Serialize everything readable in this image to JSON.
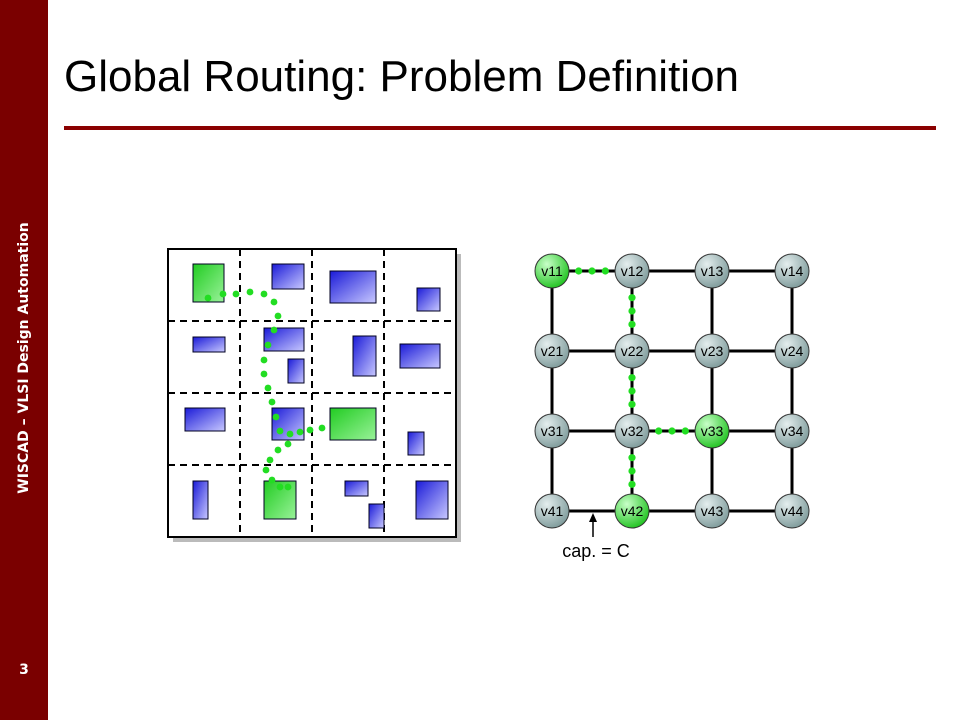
{
  "sidebar": {
    "label": "WISCAD – VLSI Design Automation",
    "page_number": "3"
  },
  "slide": {
    "title": "Global Routing: Problem Definition"
  },
  "graph": {
    "nodes": [
      {
        "id": "v11",
        "label": "v11",
        "color": "#33dd33"
      },
      {
        "id": "v12",
        "label": "v12",
        "color": "#9fb5b5"
      },
      {
        "id": "v13",
        "label": "v13",
        "color": "#9fb5b5"
      },
      {
        "id": "v14",
        "label": "v14",
        "color": "#9fb5b5"
      },
      {
        "id": "v21",
        "label": "v21",
        "color": "#9fb5b5"
      },
      {
        "id": "v22",
        "label": "v22",
        "color": "#9fb5b5"
      },
      {
        "id": "v23",
        "label": "v23",
        "color": "#9fb5b5"
      },
      {
        "id": "v24",
        "label": "v24",
        "color": "#9fb5b5"
      },
      {
        "id": "v31",
        "label": "v31",
        "color": "#9fb5b5"
      },
      {
        "id": "v32",
        "label": "v32",
        "color": "#9fb5b5"
      },
      {
        "id": "v33",
        "label": "v33",
        "color": "#33dd33"
      },
      {
        "id": "v34",
        "label": "v34",
        "color": "#9fb5b5"
      },
      {
        "id": "v41",
        "label": "v41",
        "color": "#9fb5b5"
      },
      {
        "id": "v42",
        "label": "v42",
        "color": "#33dd33"
      },
      {
        "id": "v43",
        "label": "v43",
        "color": "#9fb5b5"
      },
      {
        "id": "v44",
        "label": "v44",
        "color": "#9fb5b5"
      }
    ],
    "capacity_label": "cap. = C"
  },
  "colors": {
    "sidebar": "#7a0000",
    "rule": "#8a0000",
    "route_dots": "#22dd22",
    "block_blue": "#3a3aee",
    "block_green": "#33dd33",
    "node_gray": "#9fb5b5"
  }
}
